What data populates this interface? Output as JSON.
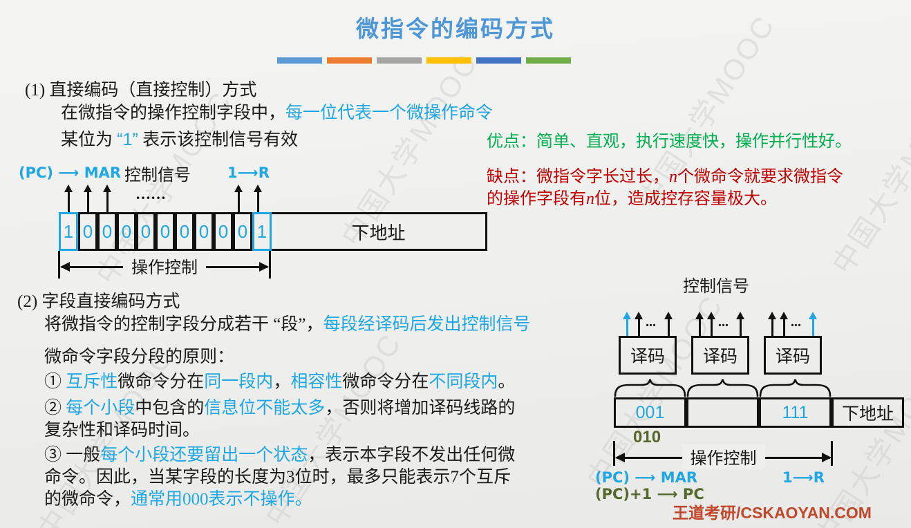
{
  "slide": {
    "title": "微指令的编码方式",
    "watermark": "中国大学MOOC",
    "brand": "王道考研/CSKAOYAN.COM"
  },
  "colors": {
    "title_blue": "#4d97d6",
    "cyan": "#1ea7e2",
    "green": "#00B050",
    "red": "#C00000",
    "olive": "#55682B",
    "brand_red": "#c1472a",
    "accent_bars": [
      "#5B9BD5",
      "#ED7D31",
      "#A5A5A5",
      "#FFC000",
      "#4472C4",
      "#70AD47"
    ]
  },
  "s1": {
    "heading": "(1) 直接编码（直接控制）方式",
    "l1_black": "在微指令的操作控制字段中，",
    "l1_cyan": "每一位代表一个微操作命令",
    "l2_black1": "某位为 ",
    "l2_cyan": "“1”",
    "l2_black2": " 表示该控制信号有效",
    "pros": "优点：简单、直观，执行速度快，操作并行性好。",
    "cons1": [
      "缺点：微指令字长过长，",
      "n",
      "个微命令就要求微指令"
    ],
    "cons2": [
      "的操作字段有",
      "n",
      "位，造成控存容量极大。"
    ]
  },
  "d1": {
    "label_pc_mar": "(PC) ⟶ MAR",
    "label_ctrl": "控制信号",
    "label_one_r": "1⟶R",
    "dots": "……",
    "bits": [
      "1",
      "0",
      "0",
      "0",
      "0",
      "0",
      "0",
      "0",
      "0",
      "0",
      "1"
    ],
    "next_addr": "下地址",
    "op_ctrl": "操作控制"
  },
  "s2": {
    "heading": "(2) 字段直接编码方式",
    "l1_black": "将微指令的控制字段分成若干 “段”，",
    "l1_cyan": "每段经译码后发出控制信号",
    "l2": "微命令字段分段的原则：",
    "p1": [
      "① ",
      "互斥性",
      "微命令分在",
      "同一段内",
      "，",
      "相容性",
      "微命令分在",
      "不同段内",
      "。"
    ],
    "p2": [
      "② ",
      "每个小段",
      "中包含的",
      "信息位不能太多",
      "，否则将增加译码线路的"
    ],
    "p2b": "复杂性和译码时间。",
    "p3": [
      "③ 一般",
      "每个小段还要留出一个状态",
      "，表示本字段不发出任何微"
    ],
    "p3b": "命令。因此，当某字段的长度为3位时，最多只能表示7个互斥",
    "p3c_black": "的微命令，",
    "p3c_cyan": "通常用000表示不操作。"
  },
  "d2": {
    "label_ctrl": "控制信号",
    "decoder": "译码",
    "dots": "...",
    "reg_cells": [
      "001",
      "",
      "111",
      "下地址"
    ],
    "code_010": "010",
    "op_ctrl": "操作控制",
    "label_pc_mar": "(PC) ⟶ MAR",
    "label_one_r": "1⟶R",
    "label_pc_inc": "(PC)+1 ⟶ PC"
  }
}
